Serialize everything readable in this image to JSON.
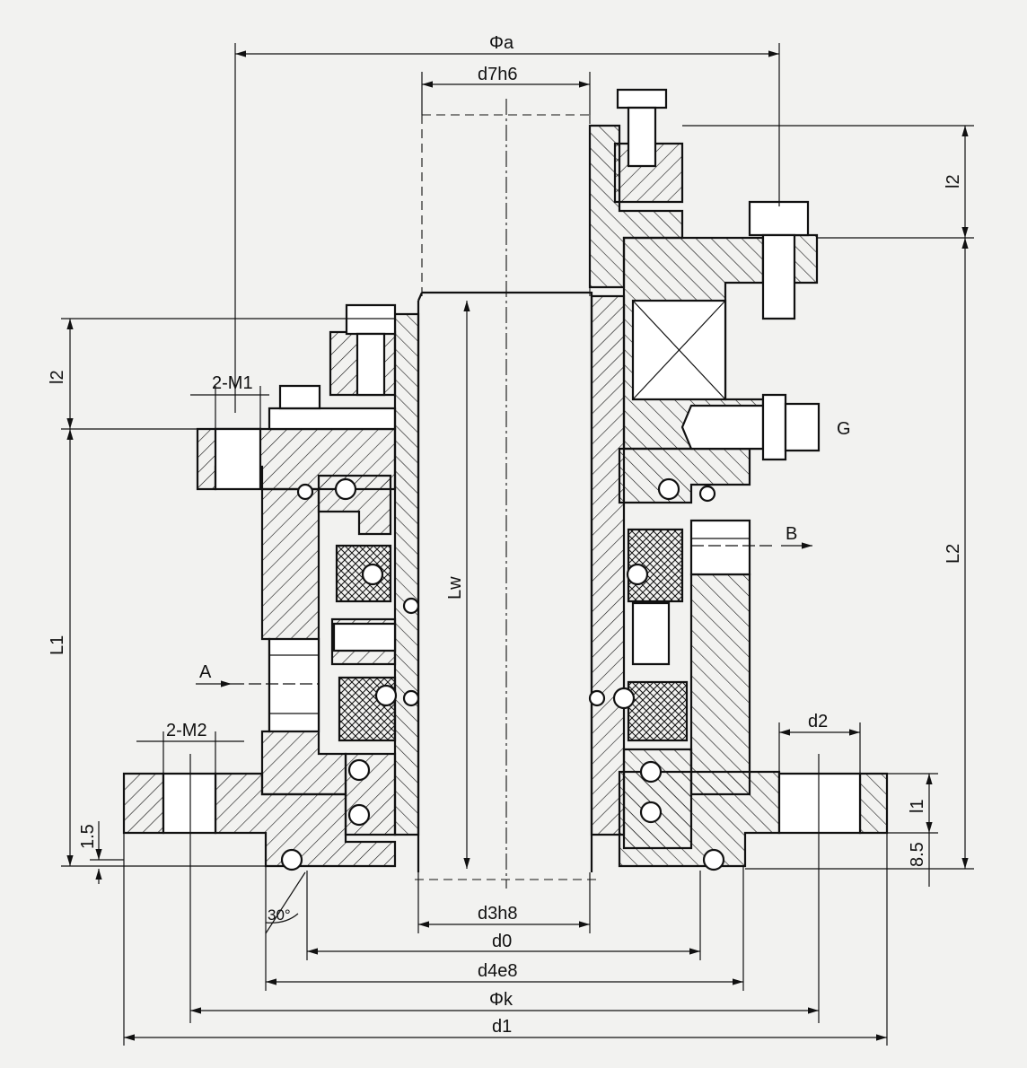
{
  "drawing": {
    "dimensions": {
      "phi_a": "Φa",
      "d7h6": "d7h6",
      "l2_top": "l2",
      "l2_left": "l2",
      "L2": "L2",
      "L1": "L1",
      "Lw": "Lw",
      "m1": "2-M1",
      "m2": "2-M2",
      "d2": "d2",
      "l1": "l1",
      "val_1_5": "1.5",
      "val_8_5": "8.5",
      "angle_30": "30°",
      "d3h8": "d3h8",
      "d0": "d0",
      "d4e8": "d4e8",
      "phi_k": "Φk",
      "d1": "d1"
    },
    "ports": {
      "A": "A",
      "B": "B",
      "G": "G"
    },
    "colors": {
      "ink": "#111111",
      "paper": "#f2f2f0",
      "o_ring": "#ffffff"
    }
  }
}
